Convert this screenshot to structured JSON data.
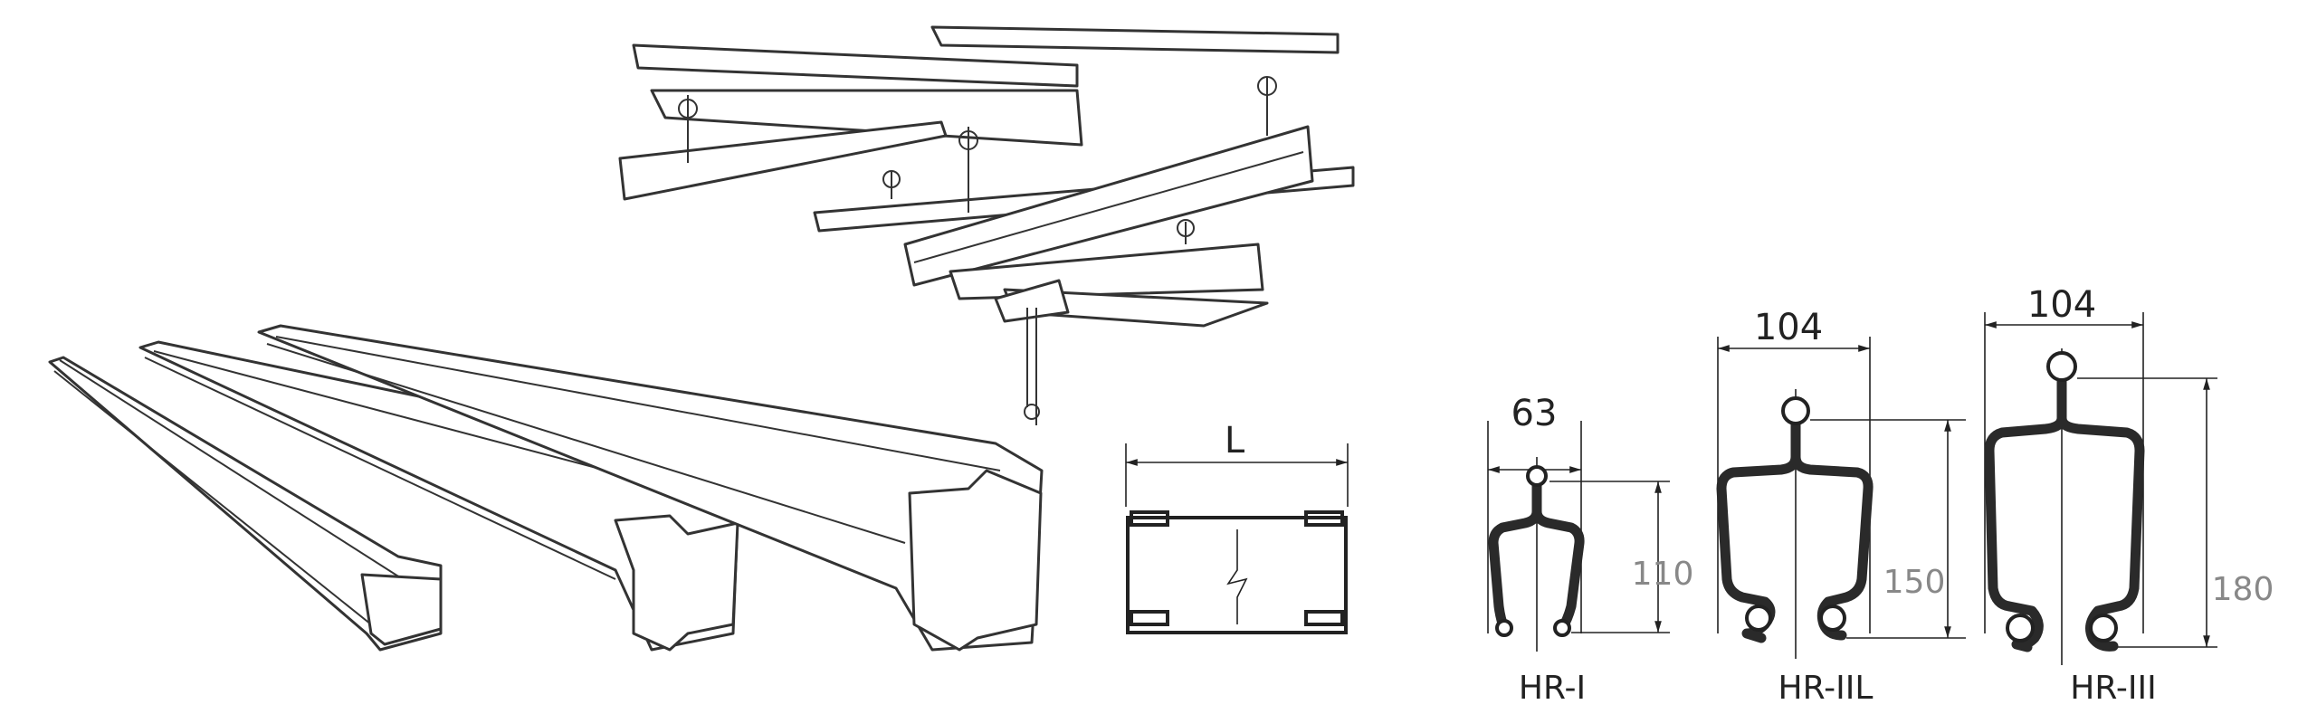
{
  "length_drawing": {
    "dimension_label": "L"
  },
  "profiles": [
    {
      "name": "HR-I",
      "width": "63",
      "height": "110"
    },
    {
      "name": "HR-IIL",
      "width": "104",
      "height": "150"
    },
    {
      "name": "HR-III",
      "width": "104",
      "height": "180"
    }
  ]
}
